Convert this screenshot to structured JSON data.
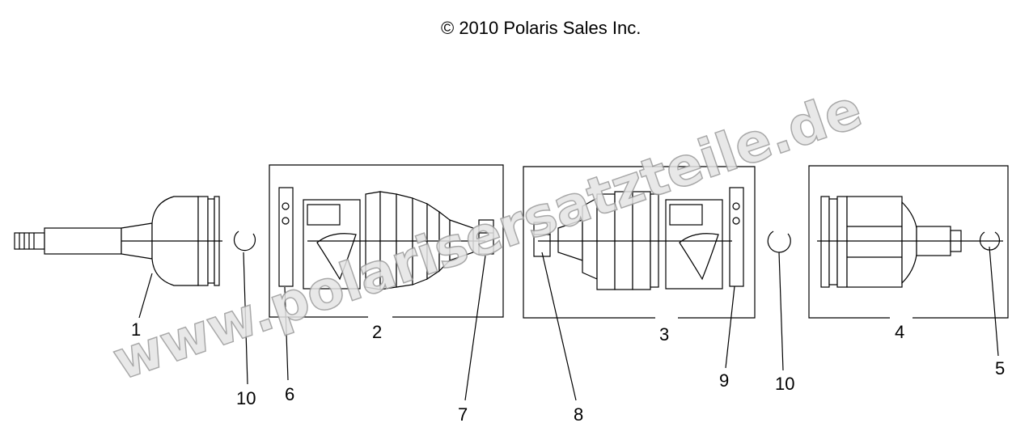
{
  "copyright": "© 2010 Polaris Sales Inc.",
  "watermark": "www.polarisersatzteile.de",
  "callouts": [
    {
      "id": "1",
      "label": "1"
    },
    {
      "id": "2",
      "label": "2"
    },
    {
      "id": "3",
      "label": "3"
    },
    {
      "id": "4",
      "label": "4"
    },
    {
      "id": "5",
      "label": "5"
    },
    {
      "id": "6",
      "label": "6"
    },
    {
      "id": "7",
      "label": "7"
    },
    {
      "id": "8",
      "label": "8"
    },
    {
      "id": "9",
      "label": "9"
    },
    {
      "id": "10a",
      "label": "10"
    },
    {
      "id": "10b",
      "label": "10"
    }
  ]
}
